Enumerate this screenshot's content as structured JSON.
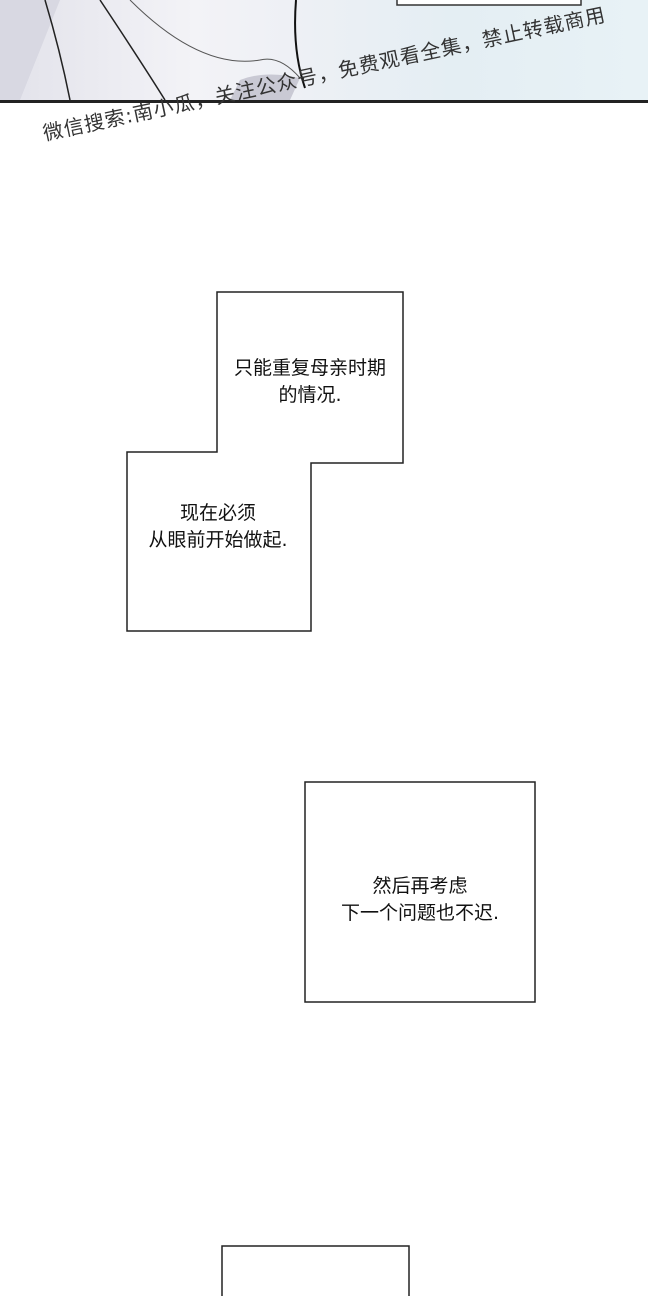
{
  "watermark": "微信搜索:南小瓜，关注公众号，免费观看全集，禁止转载商用",
  "panels": [
    {
      "lines": [
        "只能重复母亲时期",
        "的情况."
      ]
    },
    {
      "lines": [
        "现在必须",
        "从眼前开始做起."
      ]
    },
    {
      "lines": [
        "然后再考虑",
        "下一个问题也不迟."
      ]
    }
  ]
}
